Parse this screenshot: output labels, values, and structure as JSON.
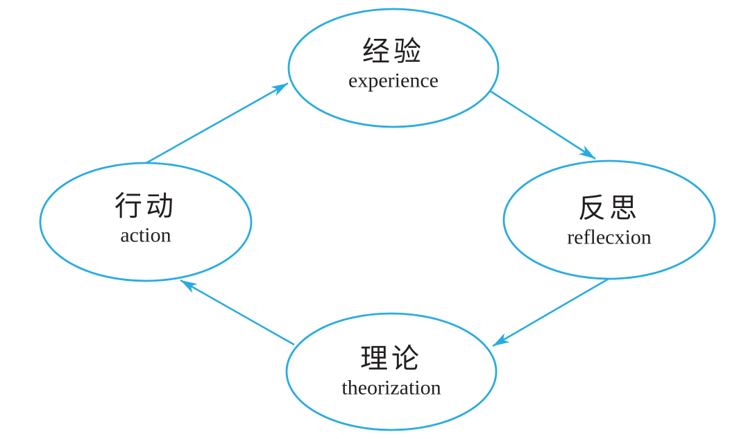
{
  "colors": {
    "accent": "#29abe2",
    "text": "#231f20",
    "bg": "#ffffff"
  },
  "nodes": {
    "experience": {
      "zh": "经验",
      "en": "experience"
    },
    "reflection": {
      "zh": "反思",
      "en": "reflecxion"
    },
    "theorization": {
      "zh": "理论",
      "en": "theorization"
    },
    "action": {
      "zh": "行动",
      "en": "action"
    }
  },
  "edges": [
    {
      "from": "action",
      "to": "experience"
    },
    {
      "from": "experience",
      "to": "reflection"
    },
    {
      "from": "reflection",
      "to": "theorization"
    },
    {
      "from": "theorization",
      "to": "action"
    }
  ]
}
